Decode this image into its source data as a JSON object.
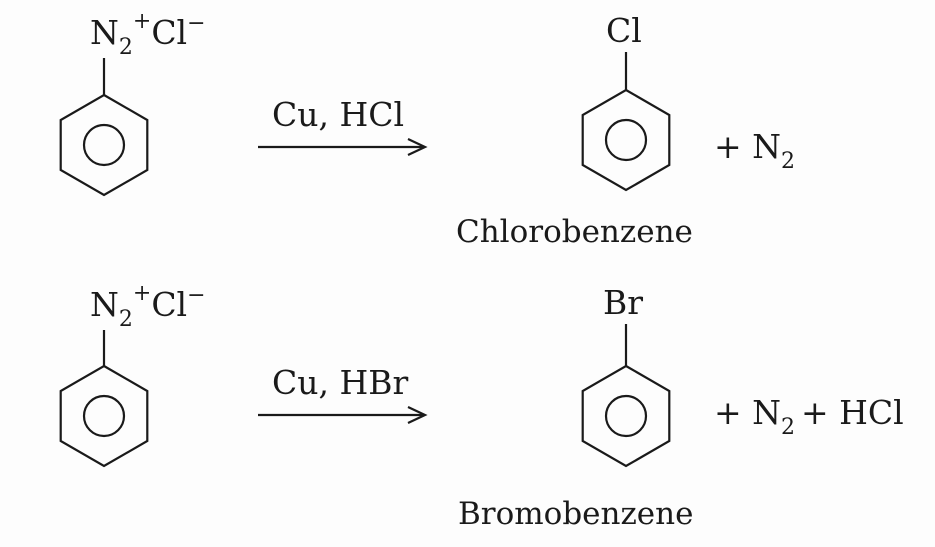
{
  "reactions": [
    {
      "reactant": {
        "main": "N",
        "n_sub": "2",
        "charge_plus": "+",
        "counter": "Cl",
        "charge_minus": "−"
      },
      "reagent": "Cu, HCl",
      "product_substituent": "Cl",
      "byproducts": [
        {
          "plus": "+ N",
          "sub": "2"
        }
      ],
      "product_name": "Chlorobenzene"
    },
    {
      "reactant": {
        "main": "N",
        "n_sub": "2",
        "charge_plus": "+",
        "counter": "Cl",
        "charge_minus": "−"
      },
      "reagent": "Cu, HBr",
      "product_substituent": "Br",
      "byproducts": [
        {
          "plus": "+ N",
          "sub": "2"
        },
        {
          "plus": "+ HCl",
          "sub": ""
        }
      ],
      "product_name": "Bromobenzene"
    }
  ]
}
